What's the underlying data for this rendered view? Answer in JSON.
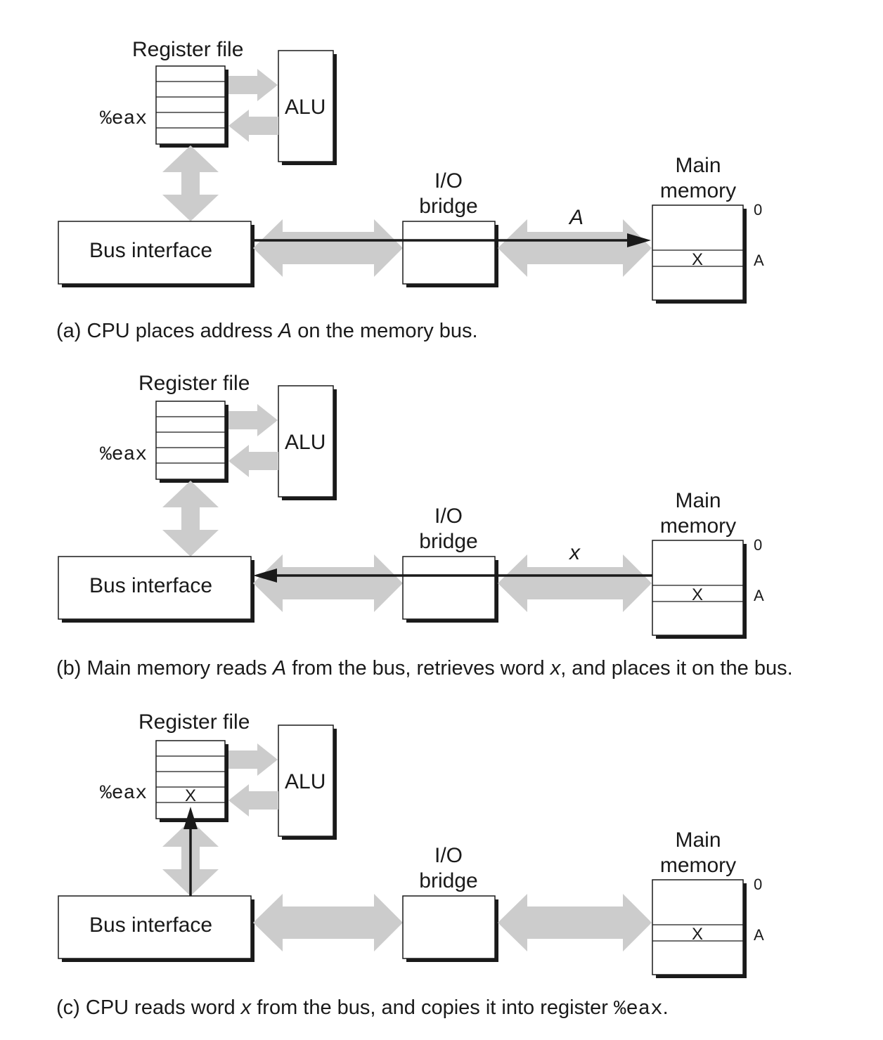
{
  "colors": {
    "gray_arrow": "#cccccc",
    "outline": "#1a1a1a",
    "shadow": "#1a1a1a"
  },
  "panels": [
    {
      "register_file_label": "Register file",
      "alu_label": "ALU",
      "eax_label": "%eax",
      "eax_value": "",
      "bus_interface_label": "Bus interface",
      "io_bridge_line1": "I/O",
      "io_bridge_line2": "bridge",
      "main_memory_line1": "Main",
      "main_memory_line2": "memory",
      "mem_addr_0": "0",
      "mem_addr_a": "A",
      "mem_cell_value": "X",
      "bus_label": "A",
      "caption_prefix": "(a) CPU places address ",
      "caption_em1": "A",
      "caption_mid": " on the memory bus.",
      "caption_em2": "",
      "caption_suffix": "",
      "caption_code": ""
    },
    {
      "register_file_label": "Register file",
      "alu_label": "ALU",
      "eax_label": "%eax",
      "eax_value": "",
      "bus_interface_label": "Bus interface",
      "io_bridge_line1": "I/O",
      "io_bridge_line2": "bridge",
      "main_memory_line1": "Main",
      "main_memory_line2": "memory",
      "mem_addr_0": "0",
      "mem_addr_a": "A",
      "mem_cell_value": "X",
      "bus_label": "x",
      "caption_prefix": "(b) Main memory reads ",
      "caption_em1": "A",
      "caption_mid": " from the bus, retrieves word ",
      "caption_em2": "x",
      "caption_suffix": ", and places it on the bus.",
      "caption_code": ""
    },
    {
      "register_file_label": "Register file",
      "alu_label": "ALU",
      "eax_label": "%eax",
      "eax_value": "X",
      "bus_interface_label": "Bus interface",
      "io_bridge_line1": "I/O",
      "io_bridge_line2": "bridge",
      "main_memory_line1": "Main",
      "main_memory_line2": "memory",
      "mem_addr_0": "0",
      "mem_addr_a": "A",
      "mem_cell_value": "X",
      "bus_label": "",
      "caption_prefix": "(c) CPU reads word ",
      "caption_em1": "x",
      "caption_mid": " from the bus, and copies it into register ",
      "caption_em2": "",
      "caption_suffix": ".",
      "caption_code": "%eax"
    }
  ]
}
